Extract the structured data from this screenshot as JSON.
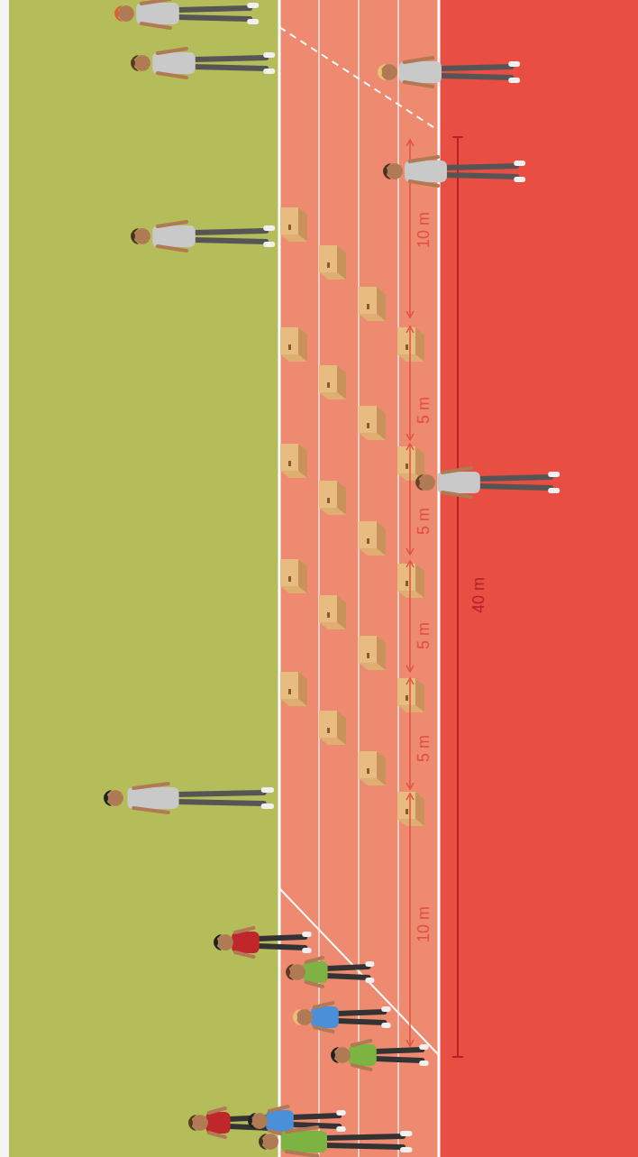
{
  "diagram": {
    "labels": [
      "10 m",
      "5 m",
      "5 m",
      "5 m",
      "5 m",
      "10 m",
      "40 m"
    ]
  }
}
